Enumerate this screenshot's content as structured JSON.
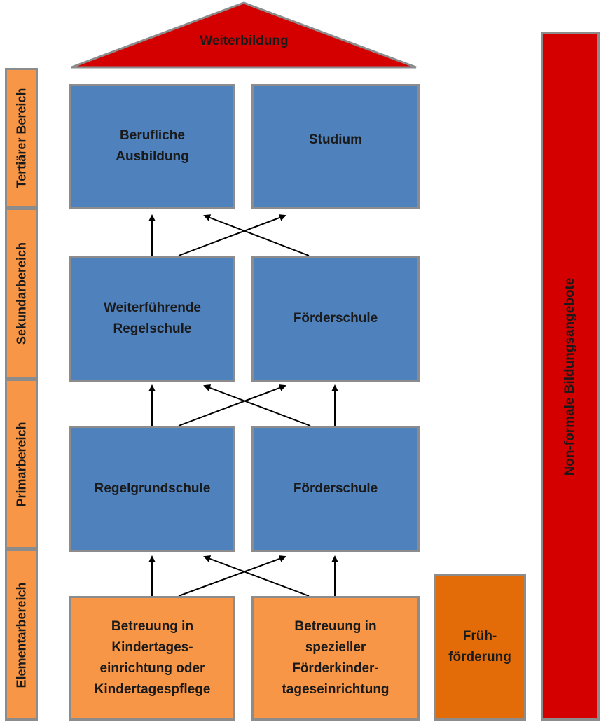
{
  "roof": {
    "label": "Weiterbildung"
  },
  "levels": [
    {
      "label": "Tertiärer Bereich"
    },
    {
      "label": "Sekundarbereich"
    },
    {
      "label": "Primarbereich"
    },
    {
      "label": "Elementarbereich"
    }
  ],
  "boxes": {
    "berufliche_ausbildung": "Berufliche\nAusbildung",
    "studium": "Studium",
    "weiterfuehrende_regelschule": "Weiterführende\nRegelschule",
    "foerderschule_sek": "Förderschule",
    "regelgrundschule": "Regelgrundschule",
    "foerderschule_prim": "Förderschule",
    "betreuung_kita": "Betreuung in\nKindertages-\neinrichtung oder\nKindertagespflege",
    "betreuung_foerder": "Betreuung in\nspezieller\nFörderkinder-\ntageseinrichtung",
    "fruehfoerderung": "Früh-\nförderung"
  },
  "sidebar": {
    "label": "Non-formale Bildungsangebote"
  },
  "colors": {
    "blue": "#4f81bd",
    "orange_light": "#f79646",
    "orange_dark": "#e36c09",
    "red": "#d40000",
    "border": "#8c8c8c"
  }
}
